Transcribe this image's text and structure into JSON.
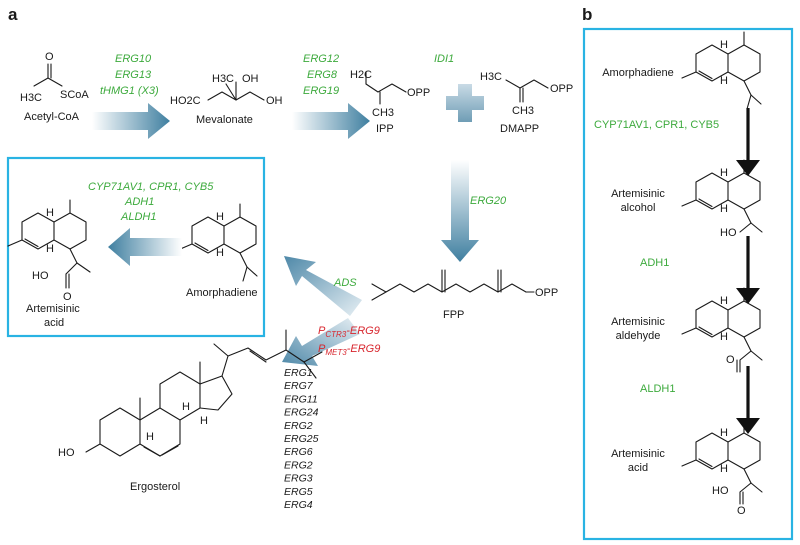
{
  "panels": {
    "a": "a",
    "b": "b"
  },
  "colors": {
    "box": "#29b3e3",
    "gene": "#3daa3d",
    "promoter": "#d8262e",
    "arrow": "#3f7fa0",
    "text": "#1a1a1a"
  },
  "molecules": {
    "acetyl_coa": {
      "label": "Acetyl-CoA",
      "group_left": "H3C",
      "group_right": "SCoA",
      "oxygen": "O"
    },
    "mevalonate": {
      "label": "Mevalonate",
      "acid": "HO2C",
      "methyl": "H3C",
      "hydroxyl_1": "OH",
      "hydroxyl_2": "OH"
    },
    "ipp": {
      "label": "IPP",
      "methylene": "H2C",
      "methyl": "CH3",
      "pyrophosphate": "OPP"
    },
    "dmapp": {
      "label": "DMAPP",
      "methyl_1": "H3C",
      "methyl_2": "CH3",
      "pyrophosphate": "OPP"
    },
    "fpp": {
      "label": "FPP",
      "pyrophosphate": "OPP"
    },
    "amorphadiene": {
      "label": "Amorphadiene"
    },
    "artemisinic_acid": {
      "label_1": "Artemisinic",
      "label_2": "acid",
      "hydroxyl": "HO",
      "oxygen": "O"
    },
    "ergosterol": {
      "label": "Ergosterol",
      "hydroxyl": "HO"
    }
  },
  "genes": {
    "step1": [
      "ERG10",
      "ERG13",
      "tHMG1 (X3)"
    ],
    "step2": [
      "ERG12",
      "ERG8",
      "ERG19"
    ],
    "isomerase": "IDI1",
    "synthase": "ERG20",
    "ads": "ADS",
    "oxidation": [
      "CYP71AV1, CPR1, CYB5",
      "ADH1",
      "ALDH1"
    ]
  },
  "promoters": [
    {
      "main": "P",
      "sub": "CTR3",
      "tail": "-ERG9"
    },
    {
      "main": "P",
      "sub": "MET3",
      "tail": "-ERG9"
    }
  ],
  "ergosterol_genes": [
    "ERG1",
    "ERG7",
    "ERG11",
    "ERG24",
    "ERG2",
    "ERG25",
    "ERG6",
    "ERG2",
    "ERG3",
    "ERG5",
    "ERG4"
  ],
  "stereo_h": "H",
  "panel_b": {
    "steps": [
      {
        "lines": [
          "Amorphadiene"
        ]
      },
      {
        "lines": [
          "Artemisinic",
          "alcohol"
        ],
        "group": "HO"
      },
      {
        "lines": [
          "Artemisinic",
          "aldehyde"
        ],
        "group": "O"
      },
      {
        "lines": [
          "Artemisinic",
          "acid"
        ],
        "group": "HO",
        "group2": "O"
      }
    ],
    "enzymes": [
      "CYP71AV1, CPR1, CYB5",
      "ADH1",
      "ALDH1"
    ]
  }
}
